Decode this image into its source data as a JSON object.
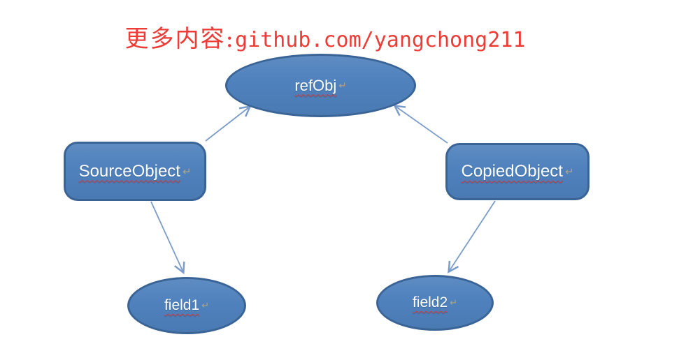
{
  "header": {
    "watermark_cn": "更多内容:",
    "watermark_url": "github.com/yangchong211",
    "watermark_color": "#ee3b36"
  },
  "diagram": {
    "paragraph_mark": "↵",
    "nodes": [
      {
        "id": "refObj",
        "label": "refObj",
        "shape": "ellipse"
      },
      {
        "id": "SourceObject",
        "label": "SourceObject",
        "shape": "rounded-rectangle"
      },
      {
        "id": "CopiedObject",
        "label": "CopiedObject",
        "shape": "rounded-rectangle"
      },
      {
        "id": "field1",
        "label": "field1",
        "shape": "ellipse"
      },
      {
        "id": "field2",
        "label": "field2",
        "shape": "ellipse"
      }
    ],
    "edges": [
      {
        "from": "SourceObject",
        "to": "refObj"
      },
      {
        "from": "CopiedObject",
        "to": "refObj"
      },
      {
        "from": "SourceObject",
        "to": "field1"
      },
      {
        "from": "CopiedObject",
        "to": "field2"
      }
    ],
    "colors": {
      "node_fill": "#4f81bd",
      "node_border": "#3a6496",
      "arrow": "#7a9ccb",
      "label_text": "#ffffff",
      "spellcheck_underline": "#cf3a3a"
    }
  }
}
